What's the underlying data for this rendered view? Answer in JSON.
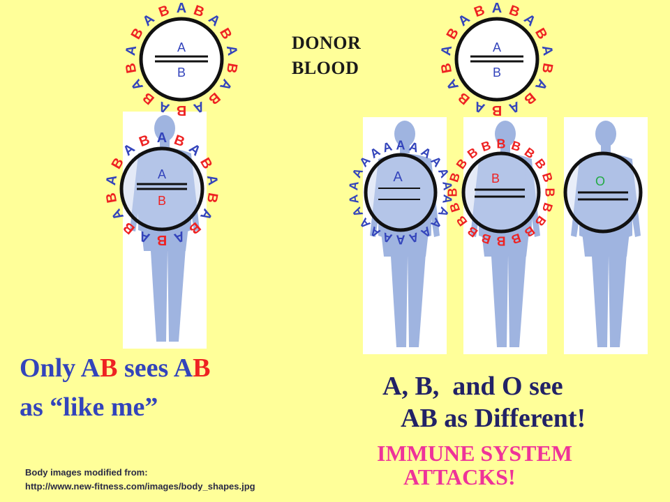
{
  "labels": {
    "donor": "DONOR",
    "blood": "BLOOD",
    "only_prefix": "Only ",
    "only_ab1": "AB",
    "only_mid": " sees ",
    "only_ab2": "AB",
    "like_me": "as “like me”",
    "diff_line1": "A, B,  and O see",
    "diff_line2": "AB as Different!",
    "immune_line1": "IMMUNE SYSTEM",
    "immune_line2": "ATTACKS!",
    "credit_line1": "Body images modified from:",
    "credit_line2": "http://www.new-fitness.com/images/body_shapes.jpg"
  },
  "cells": {
    "donor1": {
      "top": "A",
      "bottom": "B"
    },
    "donor2": {
      "top": "A",
      "bottom": "B"
    },
    "recipient_ab": {
      "top": "A",
      "bottom": "B"
    },
    "recipient_a": {
      "top": "A",
      "bottom": ""
    },
    "recipient_b": {
      "top": "B",
      "bottom": ""
    },
    "recipient_o": {
      "top": "O",
      "bottom": ""
    }
  },
  "colors": {
    "background": "#ffff99",
    "antigen_a": "#3344bb",
    "antigen_b": "#ee2222",
    "type_o": "#22aa44",
    "silhouette": "#9fb4e0",
    "highlight": "#ee3399"
  }
}
